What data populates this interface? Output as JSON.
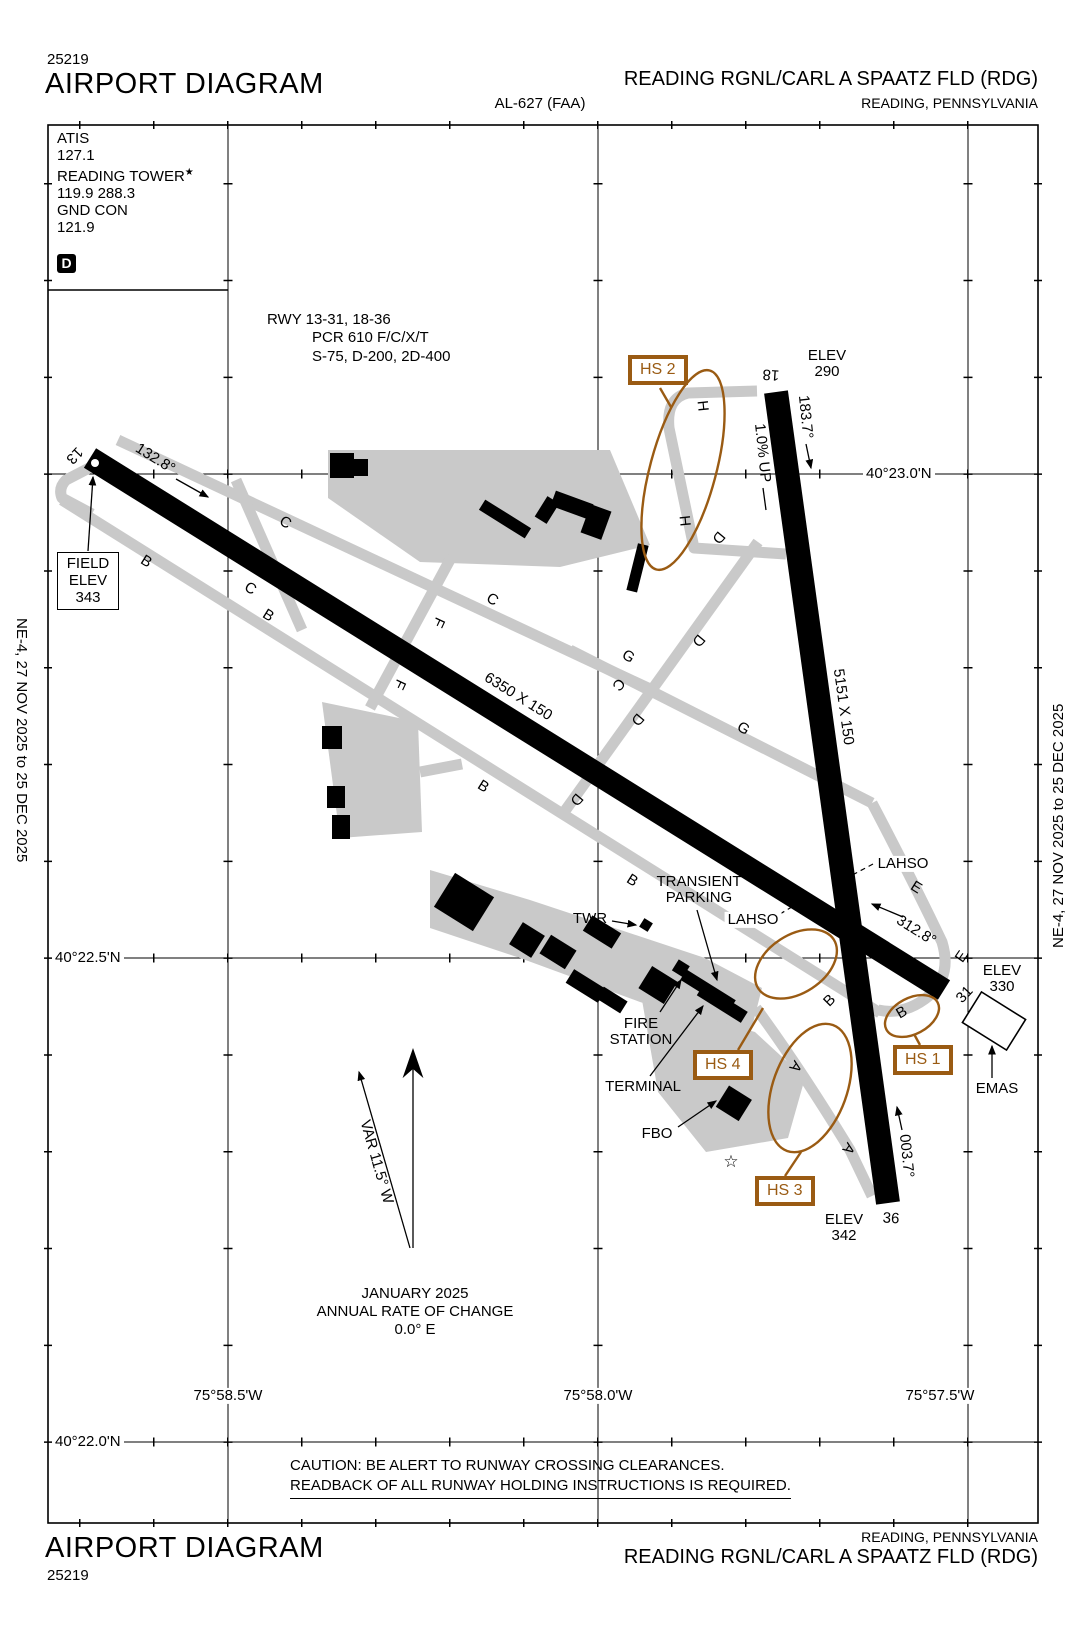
{
  "header": {
    "chart_number": "25219",
    "title": "AIRPORT DIAGRAM",
    "procedure_id": "AL-627 (FAA)",
    "airport_name": "READING RGNL/CARL A SPAATZ FLD (RDG)",
    "city": "READING, PENNSYLVANIA"
  },
  "footer": {
    "chart_number": "25219",
    "title": "AIRPORT DIAGRAM",
    "airport_name": "READING RGNL/CARL A SPAATZ FLD (RDG)",
    "city": "READING, PENNSYLVANIA"
  },
  "margin": {
    "note": "NE-4, 27 NOV 2025 to 25 DEC 2025"
  },
  "comm_box": {
    "atis_label": "ATIS",
    "atis_freq": "127.1",
    "tower_label": "READING TOWER",
    "tower_star": "★",
    "tower_freqs": "119.9  288.3",
    "ground_label": "GND CON",
    "ground_freq": "121.9",
    "diagram_symbol": "D"
  },
  "runway_info": {
    "line1": "RWY 13-31, 18-36",
    "line2": "PCR 610 F/C/X/T",
    "line3": "S-75, D-200, 2D-400"
  },
  "map": {
    "field_elev": {
      "l1": "FIELD",
      "l2": "ELEV",
      "l3": "343"
    },
    "elev_18": {
      "label": "ELEV",
      "value": "290"
    },
    "elev_31": {
      "label": "ELEV",
      "value": "330"
    },
    "elev_36": {
      "label": "ELEV",
      "value": "342"
    },
    "rwy_numbers": {
      "r13": "13",
      "r31": "31",
      "r18": "18",
      "r36": "36"
    },
    "headings": {
      "h13": "132.8°",
      "h31": "312.8°",
      "h18": "183.7°",
      "h36": "003.7°"
    },
    "gradient": "1.0% UP",
    "dim_13_31": "6350 X 150",
    "dim_18_36": "5151 X 150",
    "lahso": "LAHSO",
    "twr": "TWR",
    "transient": {
      "l1": "TRANSIENT",
      "l2": "PARKING"
    },
    "fire_station": {
      "l1": "FIRE",
      "l2": "STATION"
    },
    "terminal": "TERMINAL",
    "fbo": "FBO",
    "emas": "EMAS",
    "hot_spots": {
      "hs1": "HS 1",
      "hs2": "HS 2",
      "hs3": "HS 3",
      "hs4": "HS 4"
    },
    "variation": {
      "var": "VAR 11.5° W",
      "l1": "JANUARY 2025",
      "l2": "ANNUAL RATE OF CHANGE",
      "l3": "0.0° E"
    },
    "latitudes": {
      "n2300": "40°23.0'N",
      "n2250": "40°22.5'N",
      "n2200": "40°22.0'N"
    },
    "longitudes": {
      "w5850": "75°58.5'W",
      "w5800": "75°58.0'W",
      "w5750": "75°57.5'W"
    },
    "taxiways": [
      "C",
      "C",
      "C",
      "C",
      "B",
      "B",
      "B",
      "B",
      "B",
      "B",
      "F",
      "F",
      "D",
      "D",
      "D",
      "D",
      "G",
      "G",
      "E",
      "E",
      "H",
      "H",
      "A",
      "A"
    ]
  },
  "caution": {
    "line1": "CAUTION:  BE ALERT TO RUNWAY CROSSING CLEARANCES.",
    "line2": "READBACK OF ALL RUNWAY HOLDING INSTRUCTIONS IS REQUIRED."
  },
  "colors": {
    "hot_spot_brown": "#9A5B13",
    "pavement_gray": "#C9C9C9"
  }
}
